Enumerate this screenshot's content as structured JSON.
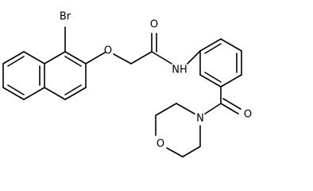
{
  "atoms": {
    "bromine": "Br",
    "ether_oxygen": "O",
    "carbonyl_oxygen_amide": "O",
    "amide_nitrogen": "NH",
    "carbonyl_oxygen_ketone": "O",
    "morpholine_nitrogen": "N",
    "morpholine_oxygen": "O"
  },
  "colors": {
    "bond": "#000000",
    "label": "#000000",
    "background": "#ffffff"
  }
}
